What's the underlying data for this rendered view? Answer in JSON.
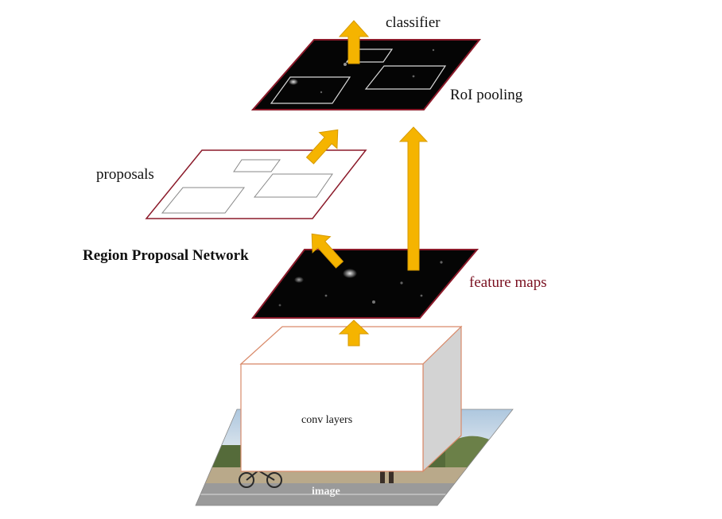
{
  "labels": {
    "classifier": "classifier",
    "roi_pooling": "RoI pooling",
    "proposals": "proposals",
    "rpn": "Region Proposal Network",
    "feature_maps": "feature maps",
    "conv_layers": "conv layers",
    "image": "image"
  },
  "colors": {
    "arrow": "#f5b400",
    "arrow_edge": "#d79a00",
    "plane_border": "#8b1a2a",
    "feature_map_fill": "#050505",
    "box_edge": "#d98a6a",
    "box_side": "#cfcfcf",
    "feature_maps_text": "#7a1020"
  }
}
